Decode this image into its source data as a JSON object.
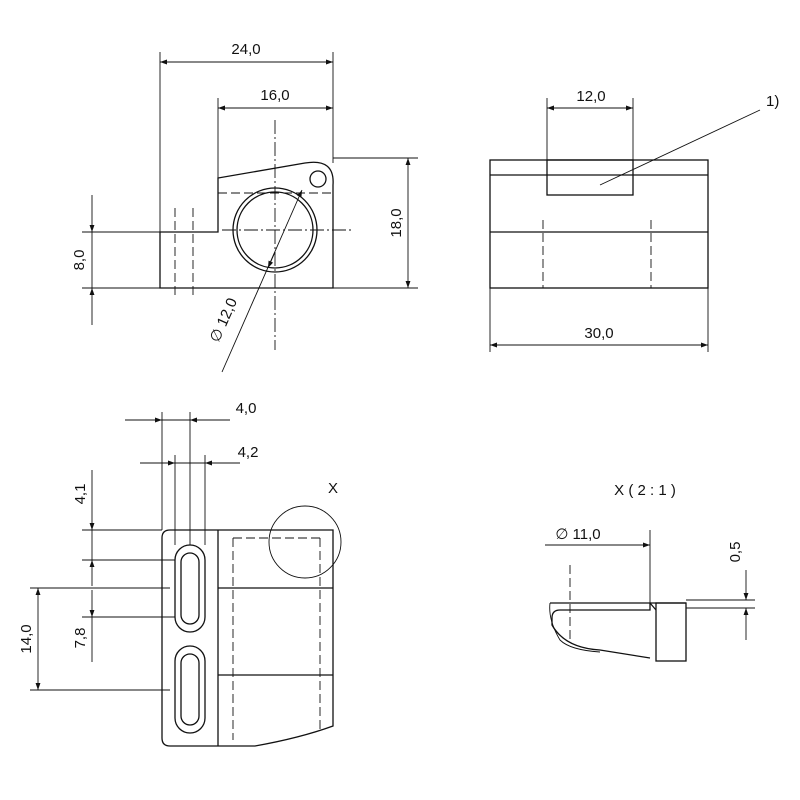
{
  "drawing": {
    "dims": {
      "width_24": "24,0",
      "width_16": "16,0",
      "height_18": "18,0",
      "height_8": "8,0",
      "dia_12": "∅ 12,0",
      "width_12": "12,0",
      "width_30": "30,0",
      "ref_1": "1)",
      "w_4_0": "4,0",
      "w_4_2": "4,2",
      "h_4_1": "4,1",
      "h_14_0": "14,0",
      "h_7_8": "7,8",
      "dia_11": "∅ 11,0",
      "h_0_5": "0,5"
    },
    "labels": {
      "detail_marker": "X",
      "detail_title": "X ( 2 : 1 )"
    }
  }
}
